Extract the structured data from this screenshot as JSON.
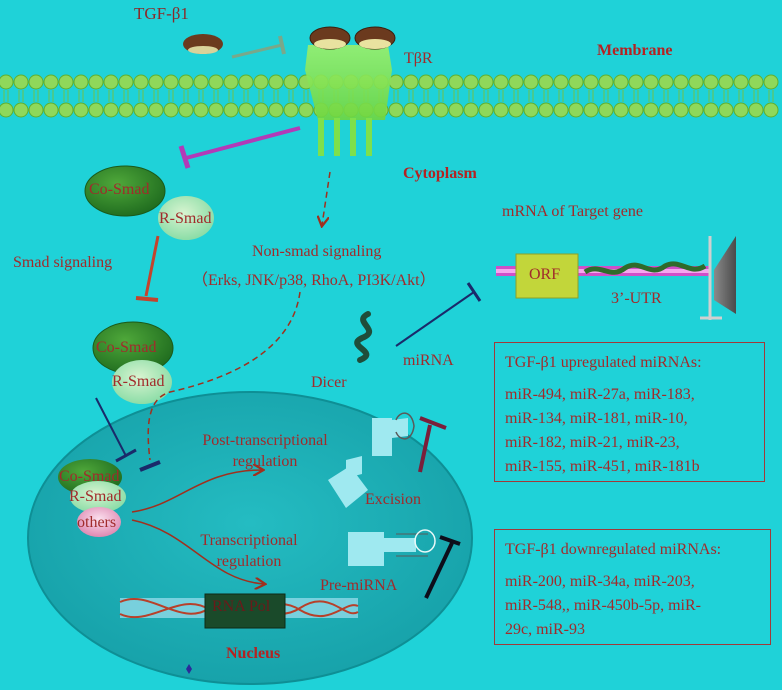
{
  "labels": {
    "tgf": "TGF-β1",
    "receptor": "TβR",
    "membrane": "Membrane",
    "cytoplasm": "Cytoplasm",
    "co_smad_1": "Co-Smad",
    "r_smad_1": "R-Smad",
    "smad_signaling": "Smad signaling",
    "co_smad_2": "Co-Smad",
    "r_smad_2": "R-Smad",
    "non_smad_title": "Non-smad signaling",
    "non_smad_detail": "（Erks, JNK/p38, RhoA, PI3K/Akt）",
    "mrna_target": "mRNA of Target gene",
    "orf": "ORF",
    "utr": "3’-UTR",
    "mirna": "miRNA",
    "dicer": "Dicer",
    "post_transcriptional_1": "Post-transcriptional",
    "post_transcriptional_2": "regulation",
    "transcriptional_1": "Transcriptional",
    "transcriptional_2": "regulation",
    "co_smad_3": "Co-Smad",
    "r_smad_3": "R-Smad",
    "others": "others",
    "excision": "Excision",
    "pre_mirna": "Pre-miRNA",
    "rna_pol": "RNA Pol",
    "nucleus": "Nucleus"
  },
  "upregulated": {
    "title": "TGF-β1 upregulated miRNAs:",
    "lines": [
      "miR-494, miR-27a, miR-183,",
      "miR-134, miR-181, miR-10,",
      "miR-182, miR-21, miR-23,",
      "miR-155, miR-451, miR-181b"
    ]
  },
  "downregulated": {
    "title": "TGF-β1 downregulated miRNAs:",
    "lines": [
      "miR-200, miR-34a, miR-203,",
      "miR-548,, miR-450b-5p,  miR-",
      "29c, miR-93"
    ]
  },
  "colors": {
    "background": "#1fd2d8",
    "text": "#a12b2b",
    "membrane_head": "#8fd85a",
    "inhibit_magenta": "#b23ab8",
    "inhibit_navy": "#1a2a6a",
    "nucleus_fill": "#1aa9b0"
  }
}
